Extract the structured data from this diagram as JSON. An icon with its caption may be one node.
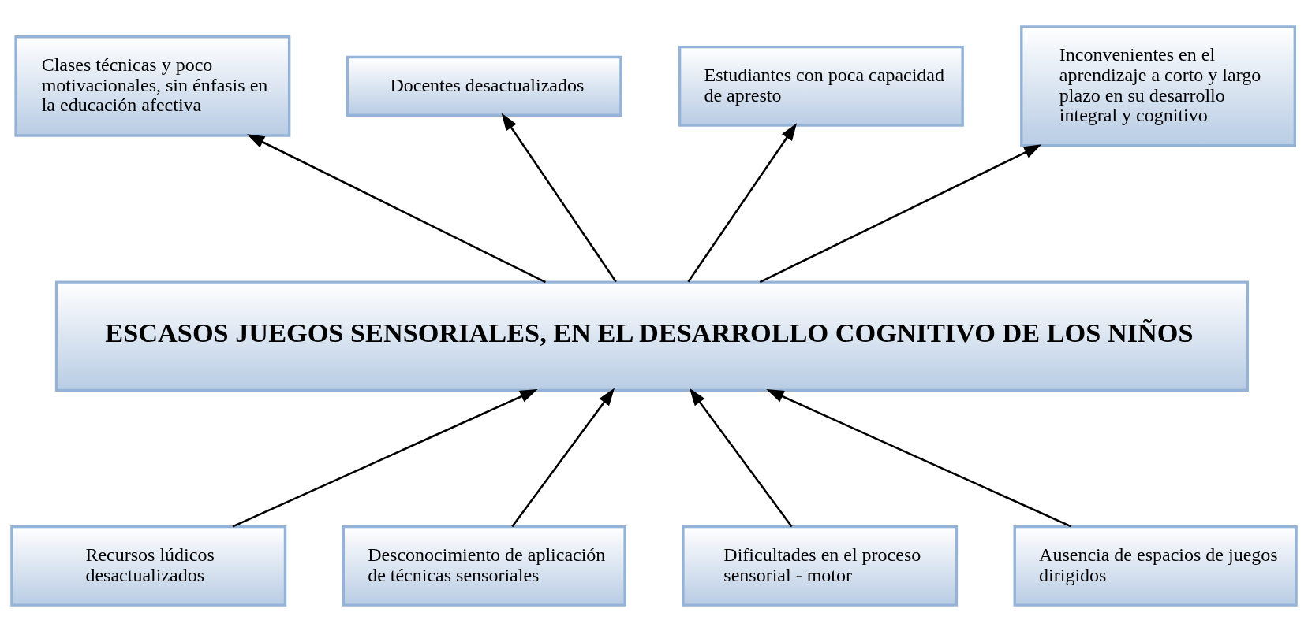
{
  "diagram": {
    "nodes": [
      {
        "text": [
          "Clases técnicas y poco motivacionales, sin énfasis en la educación afectiva"
        ]
      },
      {
        "text": [
          "Docentes desactualizados"
        ]
      },
      {
        "text": [
          "Estudiantes con poca capacidad de apresto"
        ]
      },
      {
        "text": [
          "Inconvenientes en el aprendizaje a corto y largo plazo en su desarrollo integral y cognitivo"
        ]
      },
      {
        "text": [
          "ESCASOS JUEGOS SENSORIALES, EN EL DESARROLLO COGNITIVO DE LOS NIÑOS"
        ]
      },
      {
        "text": [
          "Recursos lúdicos desactualizados"
        ]
      },
      {
        "text": [
          "Desconocimiento de aplicación de técnicas sensoriales"
        ]
      },
      {
        "text": [
          "Dificultades en el proceso sensorial - motor"
        ]
      },
      {
        "text": [
          "Ausencia de espacios de juegos dirigidos"
        ]
      }
    ],
    "edges": [
      {
        "from": 4,
        "to": 0,
        "arrow": "to"
      },
      {
        "from": 4,
        "to": 1,
        "arrow": "to"
      },
      {
        "from": 4,
        "to": 2,
        "arrow": "to"
      },
      {
        "from": 4,
        "to": 3,
        "arrow": "to"
      },
      {
        "from": 5,
        "to": 4,
        "arrow": "to"
      },
      {
        "from": 6,
        "to": 4,
        "arrow": "to"
      },
      {
        "from": 7,
        "to": 4,
        "arrow": "to"
      },
      {
        "from": 8,
        "to": 4,
        "arrow": "to"
      }
    ]
  }
}
